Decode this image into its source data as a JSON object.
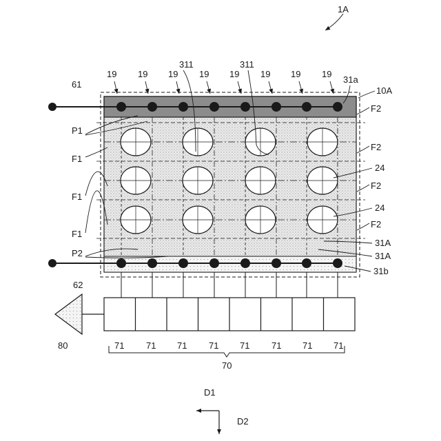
{
  "figure_ref": "1A",
  "panel_ref": "10A",
  "upper_strip_ref": "31a",
  "lower_strip_ref": "31b",
  "line_top_ref": "61",
  "line_bottom_ref": "62",
  "lens_refs": [
    "311",
    "311"
  ],
  "dot_refs": [
    "19",
    "19",
    "19",
    "19",
    "19",
    "19",
    "19",
    "19"
  ],
  "layer_refs": [
    "24",
    "24",
    "31A",
    "31A"
  ],
  "f1_refs": [
    "F1",
    "F1",
    "F1"
  ],
  "f2_refs": [
    "F2",
    "F2",
    "F2",
    "F2"
  ],
  "p_refs": [
    "P1",
    "P2"
  ],
  "group_ref": "70",
  "block_refs": [
    "71",
    "71",
    "71",
    "71",
    "71",
    "71",
    "71",
    "71"
  ],
  "arrow_ref": "80",
  "dir_refs": [
    "D1",
    "D2"
  ],
  "colors": {
    "stroke": "#1a1a1a",
    "top_strip": "#8c8c8c",
    "stipple_fill": "#e3e3e3",
    "lens_fill": "#ffffff"
  }
}
